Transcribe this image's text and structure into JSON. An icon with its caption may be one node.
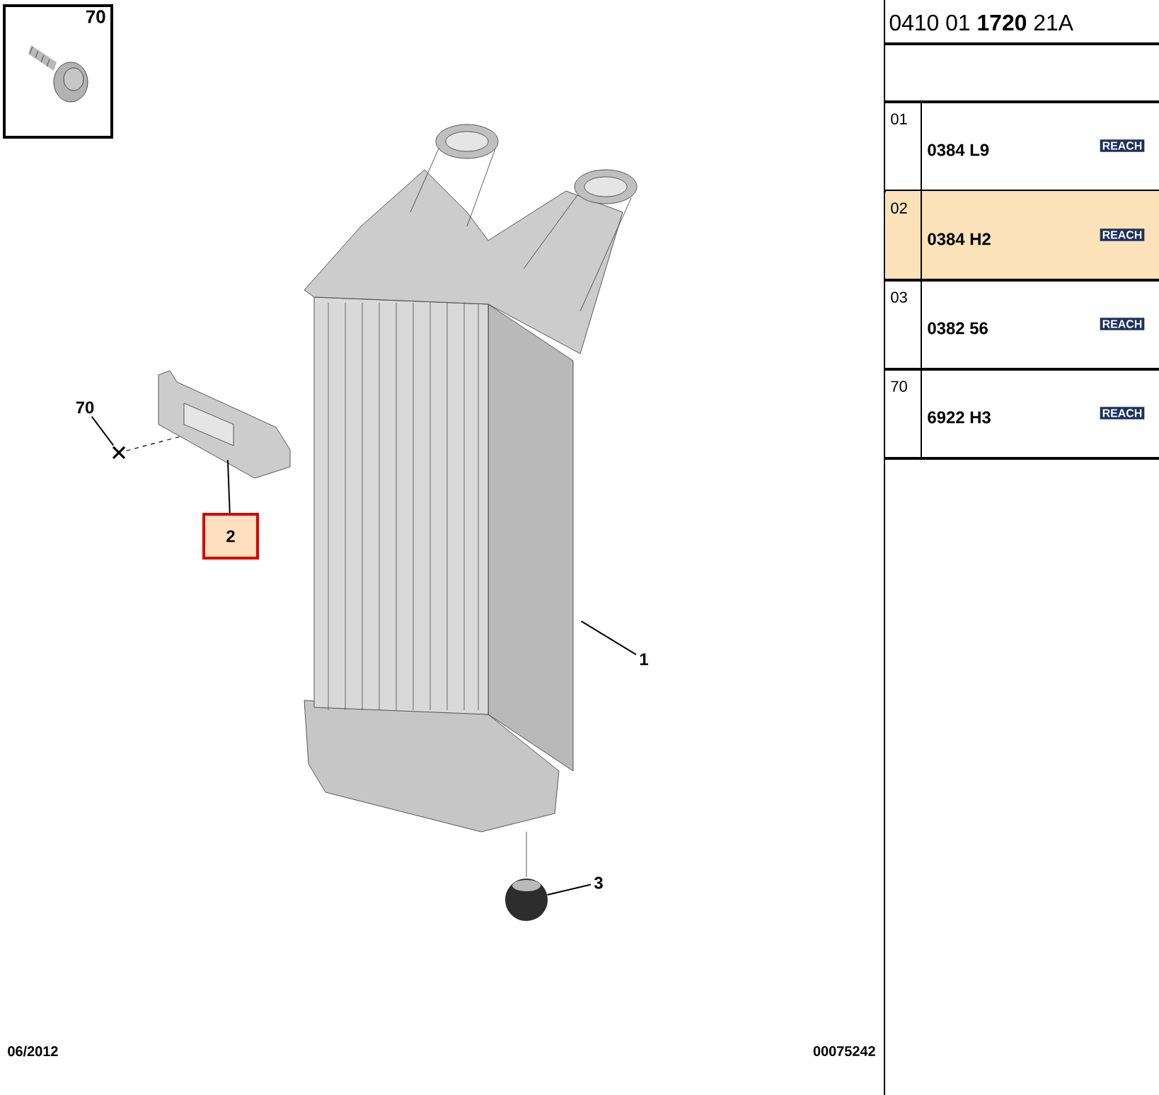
{
  "diagram": {
    "nodes": [
      {
        "text": [
          "70"
        ]
      },
      {
        "text": [
          "70"
        ]
      },
      {
        "text": [],
        "shape": "picture"
      },
      {
        "text": [
          "2"
        ]
      },
      {
        "text": [],
        "shape": "picture"
      },
      {
        "text": [
          "1"
        ]
      },
      {
        "text": [],
        "shape": "picture"
      },
      {
        "text": [
          "3"
        ]
      },
      {
        "text": [],
        "shape": "circle"
      }
    ],
    "edges": [
      {
        "from": 1,
        "to": 2,
        "arrow": "none"
      },
      {
        "from": 2,
        "to": 4,
        "arrow": "none",
        "style": "dashed"
      },
      {
        "from": 3,
        "to": 4,
        "arrow": "none"
      },
      {
        "from": 5,
        "to": 6,
        "arrow": "none"
      },
      {
        "from": 7,
        "to": 8,
        "arrow": "none"
      }
    ],
    "labels": [
      "0410 01 **1720** 21A",
      "01",
      "0384 L9",
      "REACH",
      "02",
      "0384 H2",
      "REACH",
      "03",
      "0382 56",
      "REACH",
      "70",
      "6922 H3",
      "REACH",
      "06/2012",
      "00075242"
    ]
  }
}
